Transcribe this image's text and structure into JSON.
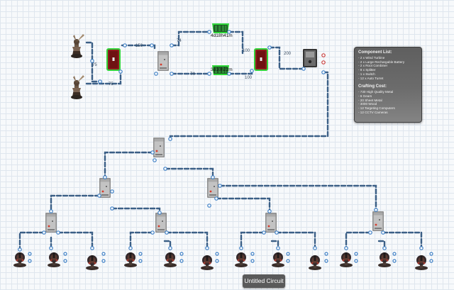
{
  "circuit_title": "Untitled Circuit",
  "component_list": {
    "heading": "Component List:",
    "items": [
      "- 2 x Wind Turbine",
      "- 2 x Large Rechargable Battery",
      "- 2 x Root Combiner",
      "- 8 x Splitter",
      "- 1 x Switch",
      "- 12 x Auto Turret"
    ]
  },
  "crafting_cost": {
    "heading": "Crafting Cost:",
    "items": [
      "- 730 High Quality Metal",
      "- 6 Gears",
      "- 20 Sheet Metal",
      "- 3000 Wood",
      "- 12 Targeting Computers",
      "- 12 CCTV Cameras"
    ]
  },
  "battery_timers": [
    "4d18h41m",
    "3d10h22m"
  ],
  "wire_labels": {
    "turbine_1": "75",
    "turbine_2": "75",
    "root_combiner_out": "150",
    "combiner_to_battery_top": "74",
    "combiner_to_battery_bottom": "74",
    "battery_top_out": "100",
    "battery_bottom_out": "100",
    "switch_out": "200"
  },
  "colors": {
    "wire": "#3b5f86",
    "plug_input": "#3d7fc5",
    "plug_output_red": "#c94040",
    "battery_glow": "#2fd83a",
    "panel_bg": "#6a6a6a"
  },
  "icons": {
    "turbine": "wind-turbine-icon",
    "combiner": "root-combiner-icon",
    "splitter": "splitter-icon",
    "battery": "battery-icon",
    "switch": "switch-icon",
    "turret": "auto-turret-icon"
  }
}
